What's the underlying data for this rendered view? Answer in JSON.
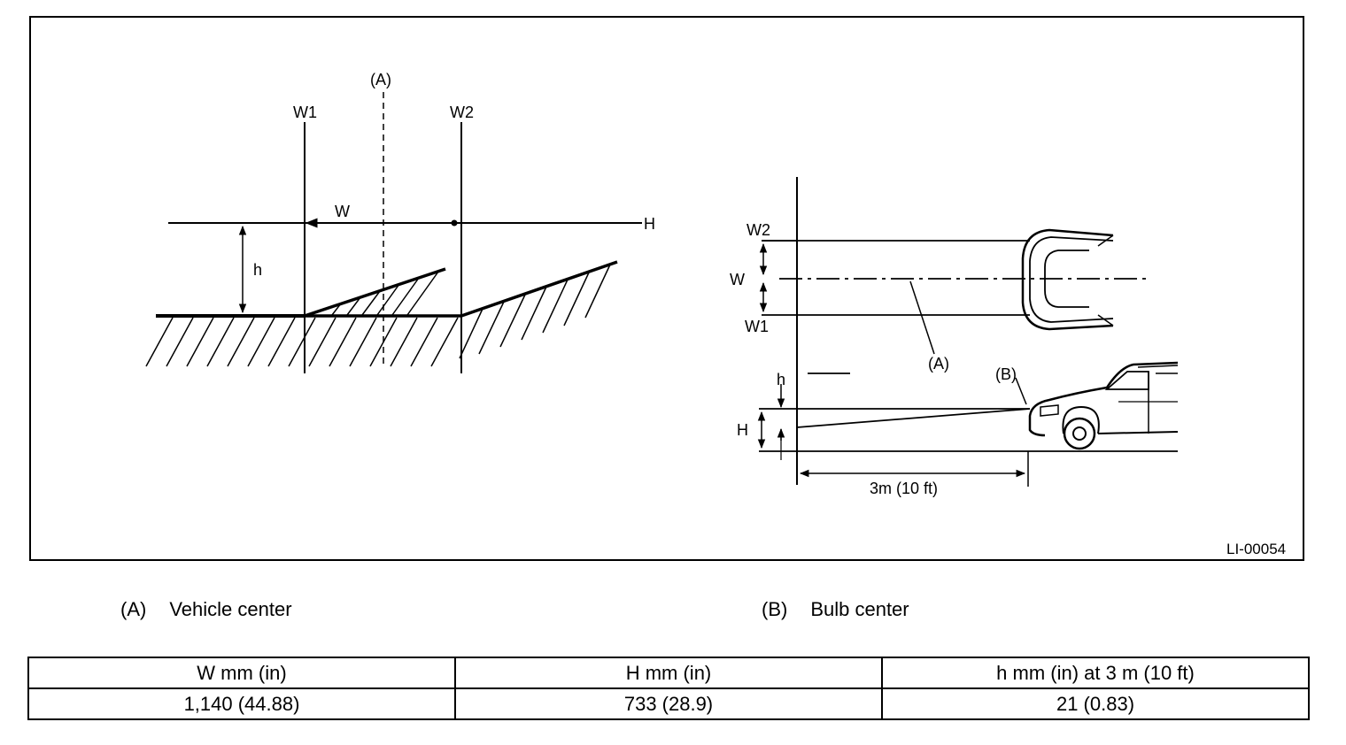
{
  "figure": {
    "code": "LI-00054",
    "left_diagram": {
      "label_a": "(A)",
      "label_w1": "W1",
      "label_w2": "W2",
      "label_w": "W",
      "label_h_line": "H",
      "label_h_small": "h"
    },
    "right_diagram": {
      "label_w2": "W2",
      "label_w": "W",
      "label_w1": "W1",
      "label_a": "(A)",
      "label_b": "(B)",
      "label_h_small": "h",
      "label_h_big": "H",
      "distance": "3m (10 ft)"
    }
  },
  "legend": [
    {
      "key": "(A)",
      "text": "Vehicle center"
    },
    {
      "key": "(B)",
      "text": "Bulb center"
    }
  ],
  "table": {
    "headers": [
      "W mm (in)",
      "H mm (in)",
      "h mm (in) at 3 m (10 ft)"
    ],
    "rows": [
      [
        "1,140 (44.88)",
        "733 (28.9)",
        "21 (0.83)"
      ]
    ]
  }
}
